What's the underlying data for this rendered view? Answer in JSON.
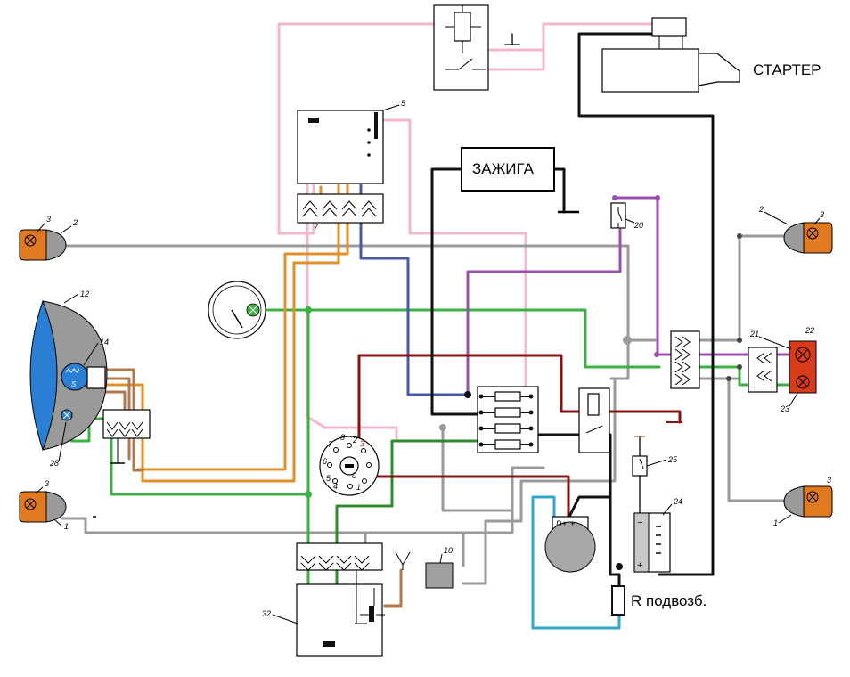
{
  "labels": {
    "starter": "СТАРТЕР",
    "ignition": "ЗАЖИГА",
    "resistor": "R подвозб."
  },
  "part_numbers": {
    "n1_left": "1",
    "n1_right": "1",
    "n2_left": "2",
    "n2_right": "2",
    "n3_left_top": "3",
    "n3_left_bottom": "3",
    "n3_right_top": "3",
    "n3_right_bottom": "3",
    "n5": "5",
    "n7": "7",
    "n10": "10",
    "n12": "12",
    "n14": "14",
    "n20": "20",
    "n21": "21",
    "n22": "22",
    "n23": "23",
    "n24": "24",
    "n25": "25",
    "n28": "28",
    "n32": "32"
  },
  "switch_positions": {
    "p0": "0",
    "p1": "1",
    "p2": "2",
    "p3": "3",
    "p4": "4",
    "p5": "5",
    "p6": "6",
    "p7": "7",
    "p8": "8"
  },
  "terminals": {
    "gen_dplus": "D+",
    "gen_plus": "+",
    "bat_minus": "−",
    "bat_plus": "+",
    "headlamp_s": "S"
  },
  "wire_colors": {
    "pink": "#f0b8c8",
    "gray": "#9a9a9a",
    "green": "#3cb043",
    "darkgreen": "#2e8b2e",
    "orange": "#e0902a",
    "brown": "#b07a50",
    "blue": "#4a5aa8",
    "purple": "#9a4fb0",
    "darkred": "#8b1010",
    "black": "#111111",
    "lightblue": "#33a6cc"
  }
}
